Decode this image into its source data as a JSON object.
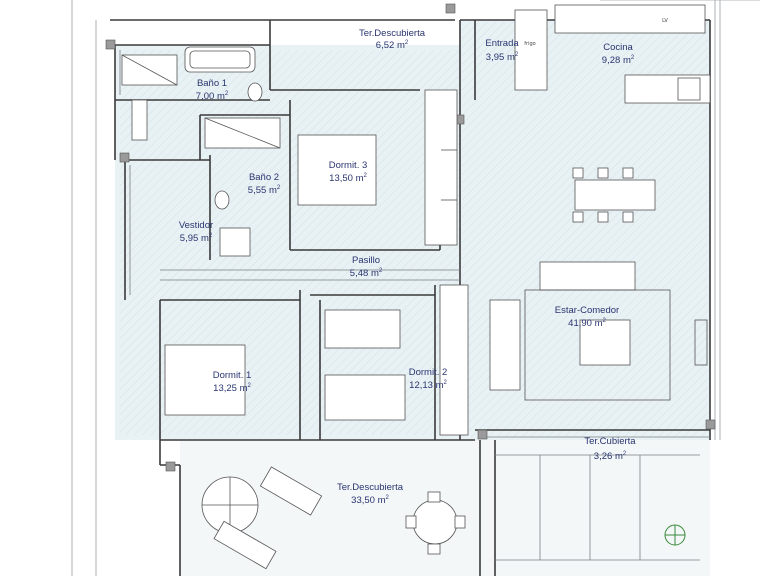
{
  "colors": {
    "wall": "#3a3a3a",
    "floor": "#e8f1f4",
    "text": "#2a3570",
    "line": "#9aa0a6"
  },
  "unit": "m",
  "unit_exponent": "2",
  "rooms": [
    {
      "id": "ter-descubierta-top",
      "name": "Ter.Descubierta",
      "area": "6,52"
    },
    {
      "id": "entrada",
      "name": "Entrada",
      "area": "3,95"
    },
    {
      "id": "cocina",
      "name": "Cocina",
      "area": "9,28"
    },
    {
      "id": "bano-1",
      "name": "Baño 1",
      "area": "7,00"
    },
    {
      "id": "bano-2",
      "name": "Baño 2",
      "area": "5,55"
    },
    {
      "id": "dormit-3",
      "name": "Dormit. 3",
      "area": "13,50"
    },
    {
      "id": "vestidor",
      "name": "Vestidor",
      "area": "5,95"
    },
    {
      "id": "pasillo",
      "name": "Pasillo",
      "area": "5,48"
    },
    {
      "id": "estar-comedor",
      "name": "Estar-Comedor",
      "area": "41,90"
    },
    {
      "id": "dormit-1",
      "name": "Dormit. 1",
      "area": "13,25"
    },
    {
      "id": "dormit-2",
      "name": "Dormit. 2",
      "area": "12,13"
    },
    {
      "id": "ter-cubierta",
      "name": "Ter.Cubierta",
      "area": "3,26"
    },
    {
      "id": "ter-descubierta-bottom",
      "name": "Ter.Descubierta",
      "area": "33,50"
    }
  ],
  "fixtures": {
    "fridge": "frigo",
    "washer": "LV"
  }
}
